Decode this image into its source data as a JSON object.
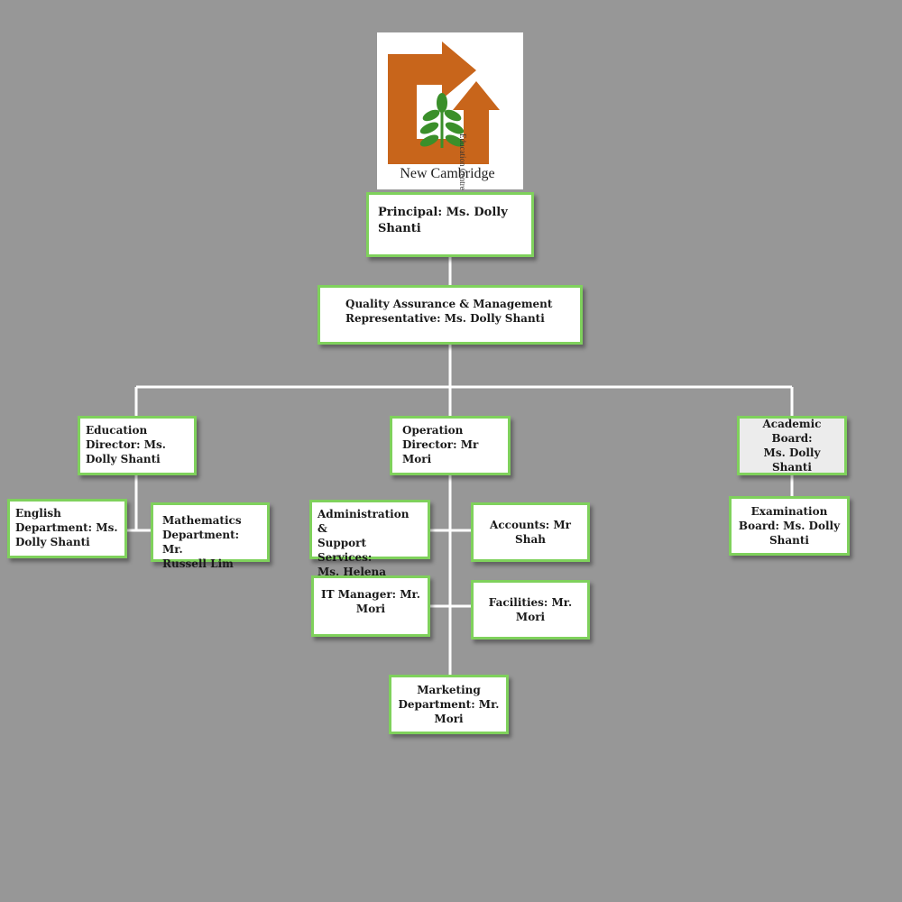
{
  "logo": {
    "name": "New Cambridge",
    "tagline": "Education Centre",
    "brand_color": "#c8651b",
    "leaf_color": "#3a8f2a"
  },
  "colors": {
    "background": "#979797",
    "box_border": "#7fd15c",
    "connector": "#ffffff"
  },
  "nodes": {
    "principal": "Principal: Ms. Dolly\nShanti",
    "qa_rep": "Quality Assurance & Management\nRepresentative: Ms. Dolly Shanti",
    "education_director": "Education\nDirector: Ms.\nDolly Shanti",
    "operation_director": "Operation\nDirector: Mr\nMori",
    "academic_board": "Academic Board:\nMs. Dolly Shanti",
    "english_dept": "English\nDepartment: Ms.\nDolly Shanti",
    "mathematics_dept": "Mathematics\nDepartment: Mr.\nRussell Lim",
    "admin_support": "Administration &\nSupport Services:\nMs. Helena",
    "accounts": "Accounts: Mr\nShah",
    "it_manager": "IT Manager: Mr.\nMori",
    "facilities": "Facilities: Mr.\nMori",
    "marketing": "Marketing\nDepartment: Mr.\nMori",
    "examination_board": "Examination\nBoard: Ms. Dolly\nShanti"
  }
}
